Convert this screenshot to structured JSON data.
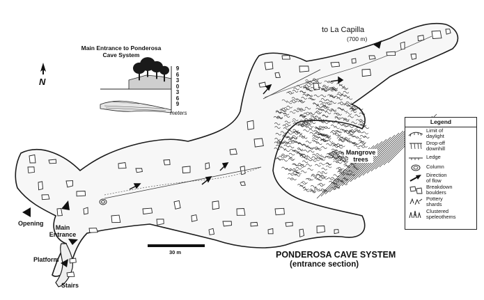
{
  "title": "PONDEROSA CAVE SYSTEM",
  "subtitle": "(entrance section)",
  "north_label": "N",
  "direction": {
    "label": "to La Capilla",
    "distance": "(700 m)"
  },
  "scale_bar": {
    "label": "30 m"
  },
  "profile": {
    "title_line1": "Main Entrance to Ponderosa",
    "title_line2": "Cave System",
    "scale_values": [
      "9",
      "6",
      "3",
      "0",
      "3",
      "6",
      "9"
    ],
    "unit": "meters"
  },
  "labels": {
    "opening": "Opening",
    "main_entrance_1": "Main",
    "main_entrance_2": "Entrance",
    "platform": "Platform",
    "stairs": "Stairs",
    "mangrove_1": "Mangrove",
    "mangrove_2": "trees"
  },
  "legend": {
    "title": "Legend",
    "items": [
      {
        "icon": "limit-of-daylight-icon",
        "line1": "Limit of",
        "line2": "daylight"
      },
      {
        "icon": "drop-off-icon",
        "line1": "Drop-off",
        "line2": "downhill"
      },
      {
        "icon": "ledge-icon",
        "line1": "Ledge",
        "line2": ""
      },
      {
        "icon": "column-icon",
        "line1": "Column",
        "line2": ""
      },
      {
        "icon": "flow-arrow-icon",
        "line1": "Direction",
        "line2": "of flow"
      },
      {
        "icon": "breakdown-boulders-icon",
        "line1": "Breakdown",
        "line2": "boulders"
      },
      {
        "icon": "pottery-shards-icon",
        "line1": "Pottery",
        "line2": "shards"
      },
      {
        "icon": "speleothems-icon",
        "line1": "Clustered",
        "line2": "speleothems"
      }
    ]
  }
}
